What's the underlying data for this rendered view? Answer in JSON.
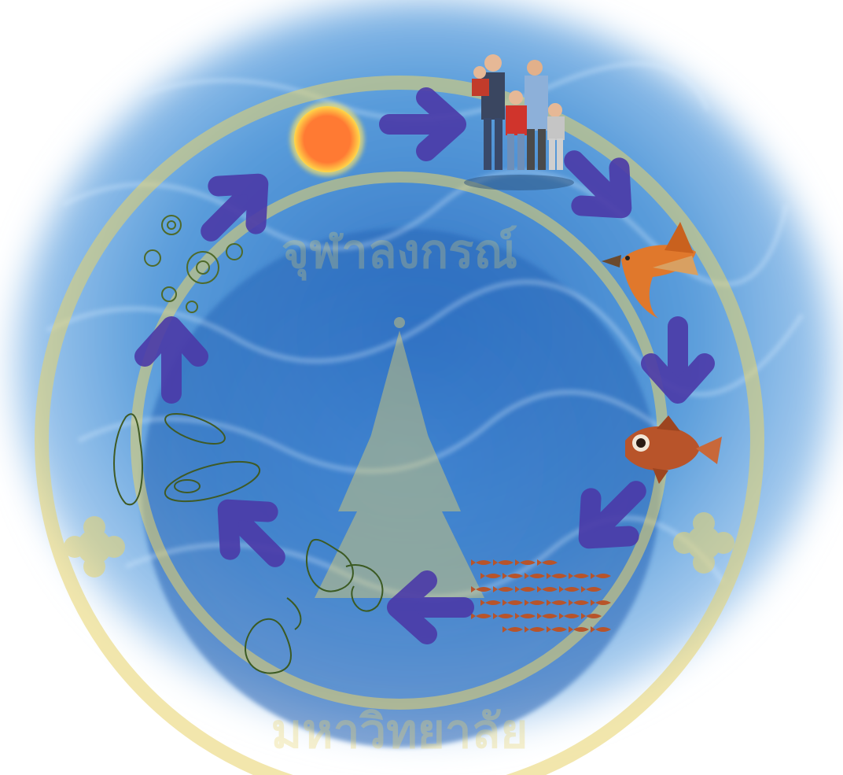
{
  "diagram": {
    "stages": [
      {
        "id": "sun",
        "icon": "sun-icon"
      },
      {
        "id": "bacteria",
        "icon": "bacteria-icon"
      },
      {
        "id": "protozoa",
        "icon": "protozoa-icon"
      },
      {
        "id": "zooplankton",
        "icon": "zooplankton-icon"
      },
      {
        "id": "fish-school",
        "icon": "fish-school-icon"
      },
      {
        "id": "large-fish",
        "icon": "fish-icon"
      },
      {
        "id": "bird",
        "icon": "bird-icon"
      },
      {
        "id": "humans",
        "icon": "family-icon"
      }
    ],
    "arrow_count": 8
  },
  "watermark": {
    "text_top": "จุฬาลงกรณ์",
    "text_bottom": "มหาวิทยาลัย"
  },
  "colors": {
    "arrow": "#4b3aa8",
    "sun_core": "#ff7a33",
    "sun_glow": "#ffe566",
    "water": "#5a9ddb",
    "watermark": "#e8d36a",
    "bird": "#e0782c",
    "fish": "#b8542a"
  }
}
